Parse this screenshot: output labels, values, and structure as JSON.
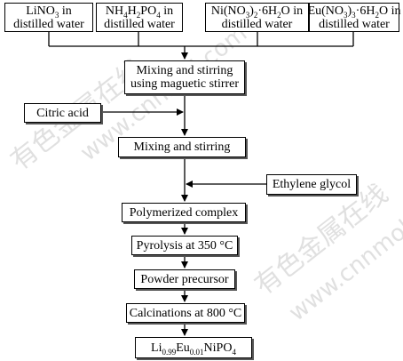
{
  "inputs": [
    {
      "l1": "LiNO",
      "l1_sub": "3",
      "l1_tail": " in",
      "l2": "distilled water"
    },
    {
      "l1": "NH",
      "l1_sub": "4",
      "l1_mid": "H",
      "l1_sub2": "2",
      "l1_mid2": "PO",
      "l1_sub3": "4",
      "l1_tail": " in",
      "l2": "distilled water"
    },
    {
      "l1": "Ni(NO",
      "l1_sub": "3",
      "l1_mid": ")",
      "l1_sub2": "2",
      "l1_mid2": "·6H",
      "l1_sub3": "2",
      "l1_tail": "O in",
      "l2": "distilled water"
    },
    {
      "l1": "Eu(NO",
      "l1_sub": "3",
      "l1_mid": ")",
      "l1_sub2": "3",
      "l1_mid2": "·6H",
      "l1_sub3": "2",
      "l1_tail": "O in",
      "l2": "distilled water"
    }
  ],
  "steps": {
    "mixing_magnetic_l1": "Mixing and stirring",
    "mixing_magnetic_l2": "using maguetic stirrer",
    "citric_acid": "Citric acid",
    "mixing": "Mixing and stirring",
    "ethylene_glycol": "Ethylene glycol",
    "polymerized": "Polymerized complex",
    "pyrolysis": "Pyrolysis at 350 °C",
    "powder": "Powder precursor",
    "calcination": "Calcinations at 800 °C",
    "product_a": "Li",
    "product_a_sub": "0.99",
    "product_b": "Eu",
    "product_b_sub": "0.01",
    "product_c": "NiPO",
    "product_c_sub": "4"
  },
  "watermark": {
    "cn": "有色金属在线",
    "en": "www.cnnmol.com"
  }
}
